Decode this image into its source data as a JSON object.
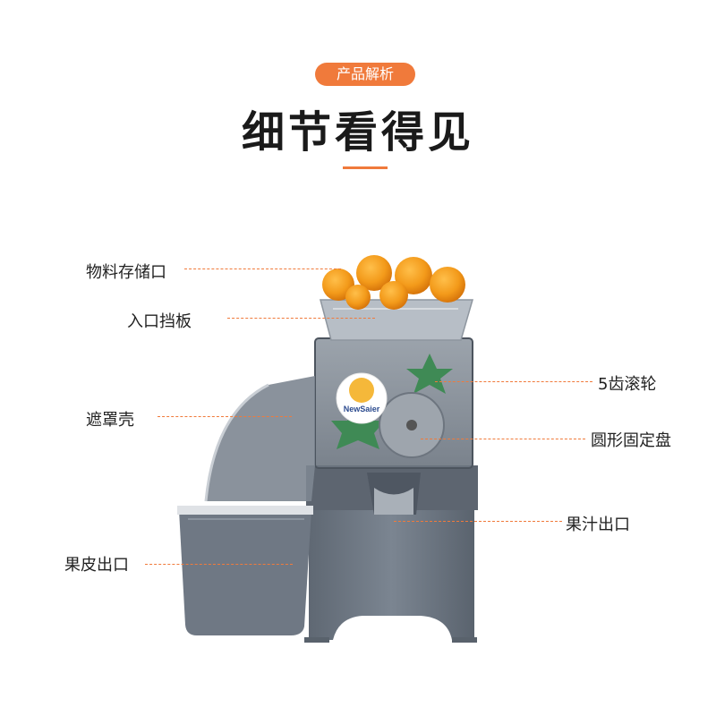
{
  "header": {
    "badge": "产品解析",
    "title": "细节看得见"
  },
  "logo": {
    "text": "NewSaier"
  },
  "callouts": {
    "hopper": "物料存储口",
    "inlet_baffle": "入口挡板",
    "cover": "遮罩壳",
    "peel_outlet": "果皮出口",
    "gear_wheel": "5齿滚轮",
    "fixed_disc": "圆形固定盘",
    "juice_outlet": "果汁出口"
  },
  "colors": {
    "accent": "#f07a3b",
    "leader": "#f07a3b",
    "machine_gray": "#6f7884",
    "orange_fruit": "#f39a1a",
    "green_parts": "#3f8a55"
  }
}
